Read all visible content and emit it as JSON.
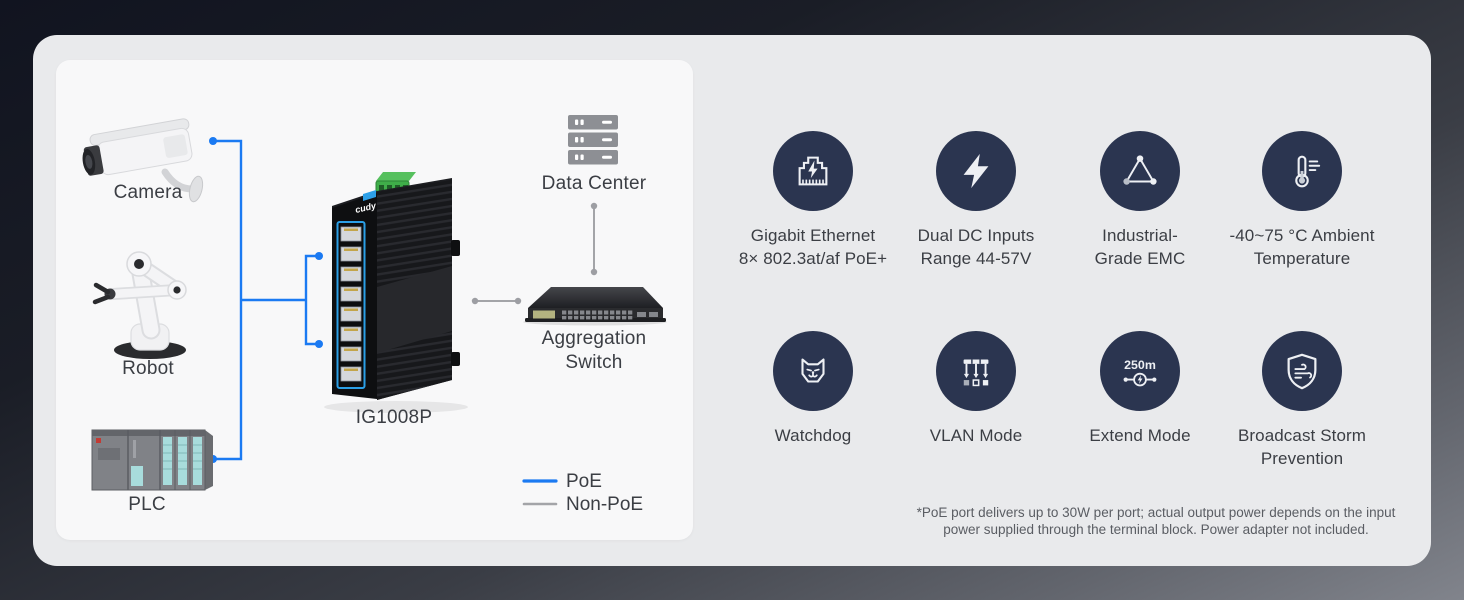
{
  "diagram": {
    "devices": {
      "camera": "Camera",
      "robot": "Robot",
      "plc": "PLC"
    },
    "switch_label": "IG1008P",
    "switch_brand": "cudy",
    "data_center": "Data Center",
    "aggregation_switch": {
      "line1": "Aggregation",
      "line2": "Switch"
    },
    "legend": {
      "poe": "PoE",
      "non_poe": "Non-PoE"
    }
  },
  "features": [
    {
      "icon": "ethernet-poe-icon",
      "lines": [
        "Gigabit Ethernet",
        "8× 802.3at/af PoE+"
      ]
    },
    {
      "icon": "dual-dc-icon",
      "lines": [
        "Dual DC Inputs",
        "Range 44-57V"
      ]
    },
    {
      "icon": "emc-triangle-icon",
      "lines": [
        "Industrial-",
        "Grade EMC"
      ]
    },
    {
      "icon": "thermometer-icon",
      "lines": [
        "-40~75 °C Ambient",
        "Temperature"
      ]
    },
    {
      "icon": "watchdog-icon",
      "lines": [
        "Watchdog"
      ]
    },
    {
      "icon": "vlan-icon",
      "lines": [
        "VLAN Mode"
      ]
    },
    {
      "icon": "extend-mode-icon",
      "lines": [
        "Extend Mode"
      ],
      "badge": "250m"
    },
    {
      "icon": "storm-shield-icon",
      "lines": [
        "Broadcast Storm",
        "Prevention"
      ]
    }
  ],
  "footnote": "*PoE port delivers up to 30W per port; actual output power depends on the input power supplied through the terminal block. Power adapter not included.",
  "colors": {
    "poe_blue": "#1b7af2",
    "non_poe_gray": "#a3a4a8",
    "icon_circle_navy": "#2b3550",
    "panel_gray": "#e9eaec",
    "card_white": "#f8f8f9"
  }
}
